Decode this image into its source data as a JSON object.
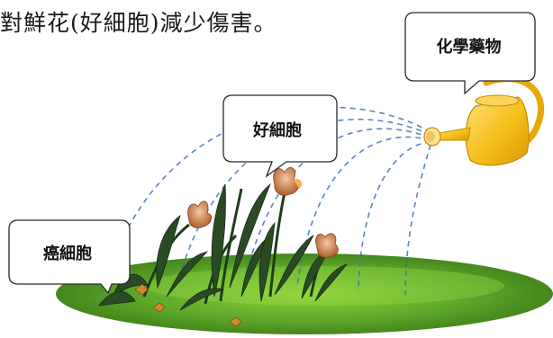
{
  "caption": "對鮮花(好細胞)減少傷害。",
  "labels": {
    "chemo": "化學藥物",
    "good_cell": "好細胞",
    "cancer_cell": "癌細胞"
  },
  "colors": {
    "grass": "#4e9a1e",
    "grass_light": "#7cc232",
    "can": "#f2c11c",
    "spray": "#3b6fb8",
    "flower": "#c07a4a"
  }
}
